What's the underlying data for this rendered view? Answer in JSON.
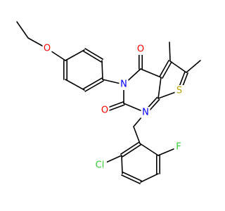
{
  "molecule": {
    "atoms": {
      "O_ether": {
        "text": "O",
        "color": "#ff0000"
      },
      "O_top": {
        "text": "O",
        "color": "#ff0000"
      },
      "N3": {
        "text": "N",
        "color": "#0000ff"
      },
      "O_left": {
        "text": "O",
        "color": "#ff0000"
      },
      "N1": {
        "text": "N",
        "color": "#0000ff"
      },
      "S": {
        "text": "S",
        "color": "#b8a000"
      },
      "F": {
        "text": "F",
        "color": "#33cc33"
      },
      "Cl": {
        "text": "Cl",
        "color": "#33cc33"
      }
    },
    "bond_color": "#000000"
  }
}
